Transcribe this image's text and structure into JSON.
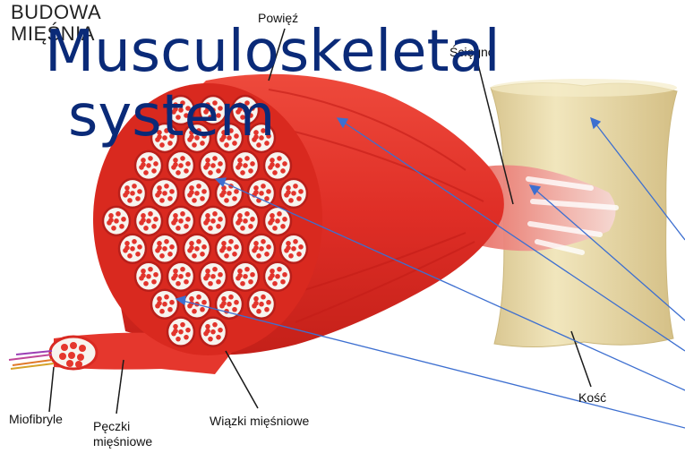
{
  "slide": {
    "title_line1": "Musculoskeletal",
    "title_line2": "system"
  },
  "diagram": {
    "heading_line1": "BUDOWA",
    "heading_line2": "MIĘŚNIA",
    "labels": {
      "fascia": "Powięź",
      "tendon": "Ścięgno",
      "bone": "Kość",
      "myofibrils": "Miofibryle",
      "bundles_line1": "Pęczki",
      "bundles_line2": "mięśniowe",
      "fascicles": "Wiązki mięśniowe"
    }
  },
  "colors": {
    "muscle": "#e2342c",
    "muscle_dark": "#b81f1a",
    "fiber_white": "#f7f4ef",
    "bone": "#e9dba8",
    "title": "#0a2a78",
    "arrow": "#3d6fd0"
  }
}
